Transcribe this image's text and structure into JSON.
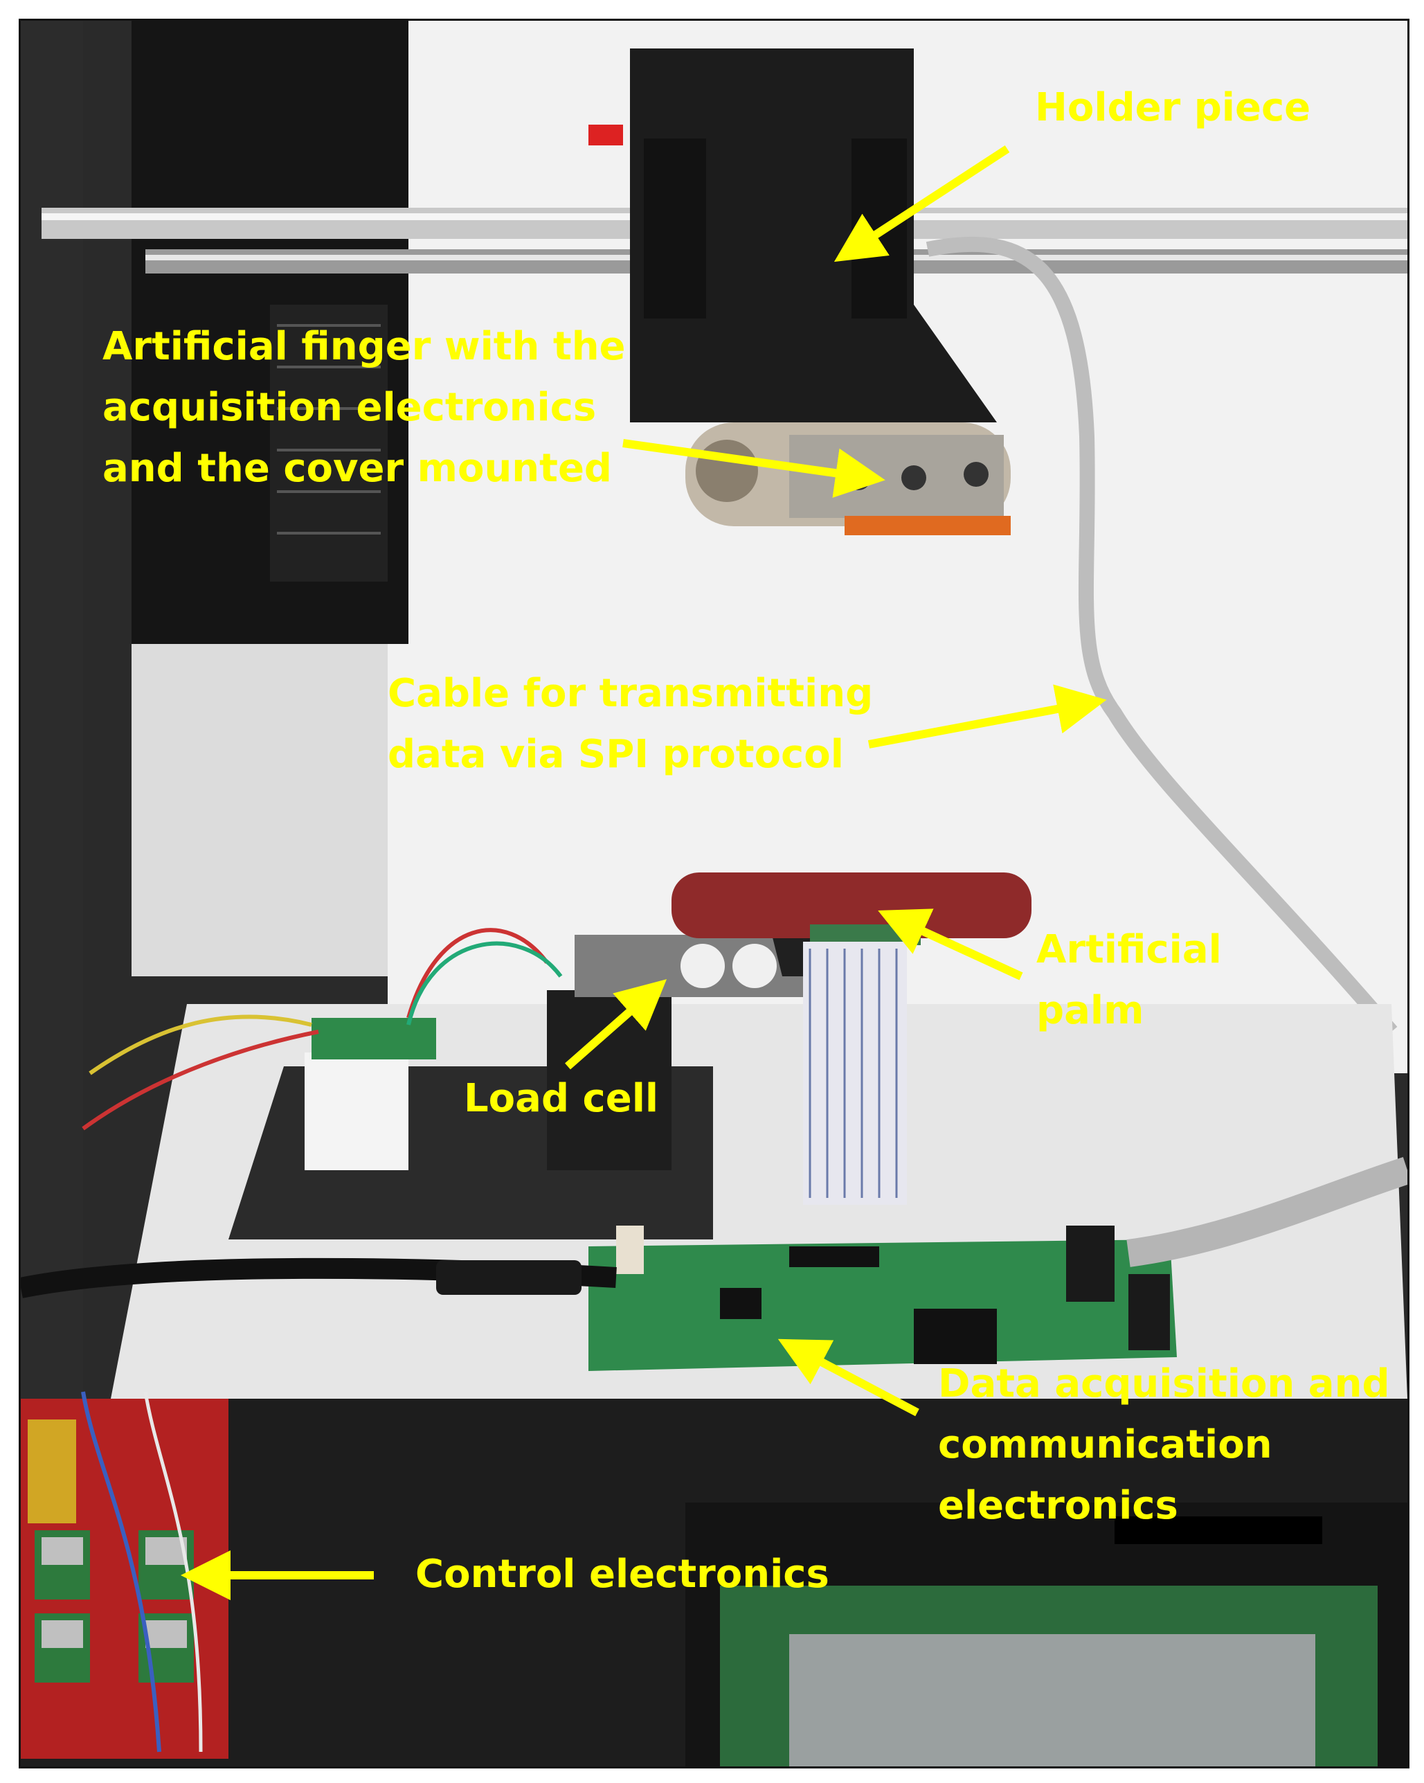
{
  "annotation_color": "#FFFF00",
  "labels": {
    "holder_piece": "Holder piece",
    "finger_line1": "Artificial finger with the",
    "finger_line2": "acquisition electronics",
    "finger_line3": "and the cover mounted",
    "cable_line1": "Cable for transmitting",
    "cable_line2": "data via SPI protocol",
    "palm_line1": "Artificial",
    "palm_line2": "palm",
    "load_cell": "Load cell",
    "daq_line1": "Data acquisition and",
    "daq_line2": "communication",
    "daq_line3": "electronics",
    "control": "Control electronics"
  }
}
